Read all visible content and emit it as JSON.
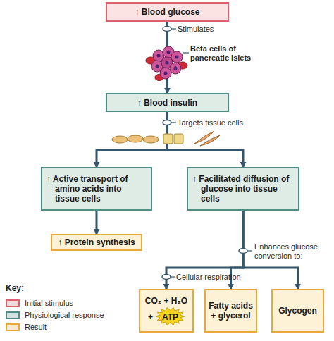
{
  "diagram": {
    "nodes": [
      {
        "text": [
          "↑ Blood glucose"
        ]
      },
      {
        "text": [
          "↑ Blood insulin"
        ]
      },
      {
        "text": [
          "↑ Active transport of amino acids into tissue cells"
        ]
      },
      {
        "text": [
          "↑ Facilitated diffusion of glucose into tissue cells"
        ]
      },
      {
        "text": [
          "↑ Protein synthesis"
        ]
      },
      {
        "text": [
          "CO₂ + H₂O",
          "+",
          "ATP"
        ]
      },
      {
        "text": [
          "Fatty acids + glycerol"
        ]
      },
      {
        "text": [
          "Glycogen"
        ]
      }
    ],
    "edges": [
      {
        "from": 0,
        "to": 1,
        "label": "Stimulates",
        "arrow": "to"
      },
      {
        "from": 1,
        "to": 2,
        "label": "Targets tissue cells",
        "arrow": "to"
      },
      {
        "from": 1,
        "to": 3,
        "arrow": "to"
      },
      {
        "from": 2,
        "to": 4,
        "arrow": "to"
      },
      {
        "from": 3,
        "to": 5,
        "label": "Cellular respiration",
        "arrow": "to"
      },
      {
        "from": 3,
        "to": 6,
        "label": "Enhances glucose conversion to:",
        "arrow": "to"
      },
      {
        "from": 3,
        "to": 7,
        "arrow": "to"
      }
    ],
    "labels": [
      "Beta cells of pancreatic islets",
      "Key:"
    ],
    "legend": [
      {
        "text": "Initial stimulus",
        "color": "#d9636b"
      },
      {
        "text": "Physiological response",
        "color": "#4e8c86"
      },
      {
        "text": "Result",
        "color": "#eaa73c"
      }
    ]
  }
}
